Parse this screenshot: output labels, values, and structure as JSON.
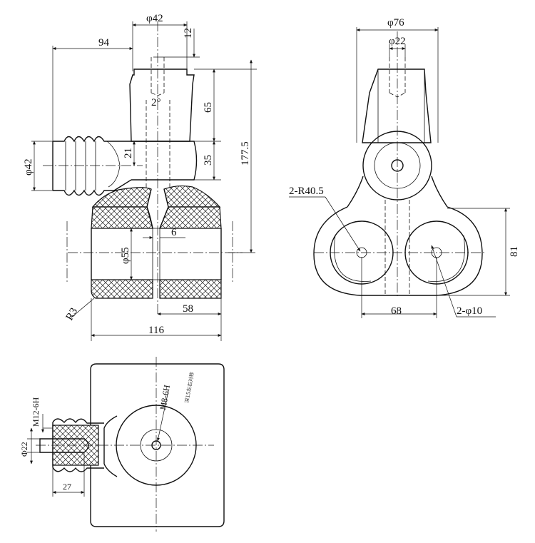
{
  "drawing": {
    "front_view": {
      "dims": {
        "top_diameter": "φ42",
        "thread_depth": "12",
        "arm_length": "94",
        "total_height": "177.5",
        "upper_height": "65",
        "collar_height": "35",
        "inner_height": "21",
        "taper": "2°",
        "arm_diameter": "φ42",
        "bore_diameter": "φ55",
        "web_width": "6",
        "radius": "R3",
        "half_width": "58",
        "width": "116"
      }
    },
    "side_view": {
      "dims": {
        "diameter_76": "φ76",
        "diameter_22": "φ22",
        "radius": "2-R40.5",
        "height": "81",
        "spacing": "68",
        "holes": "2-φ10"
      }
    },
    "bottom_view": {
      "dims": {
        "thread_m8": "M8-6H",
        "note": "深15左右对称",
        "thread_m12": "M12-6H",
        "diameter_22": "Φ22",
        "length_27": "27"
      }
    }
  }
}
